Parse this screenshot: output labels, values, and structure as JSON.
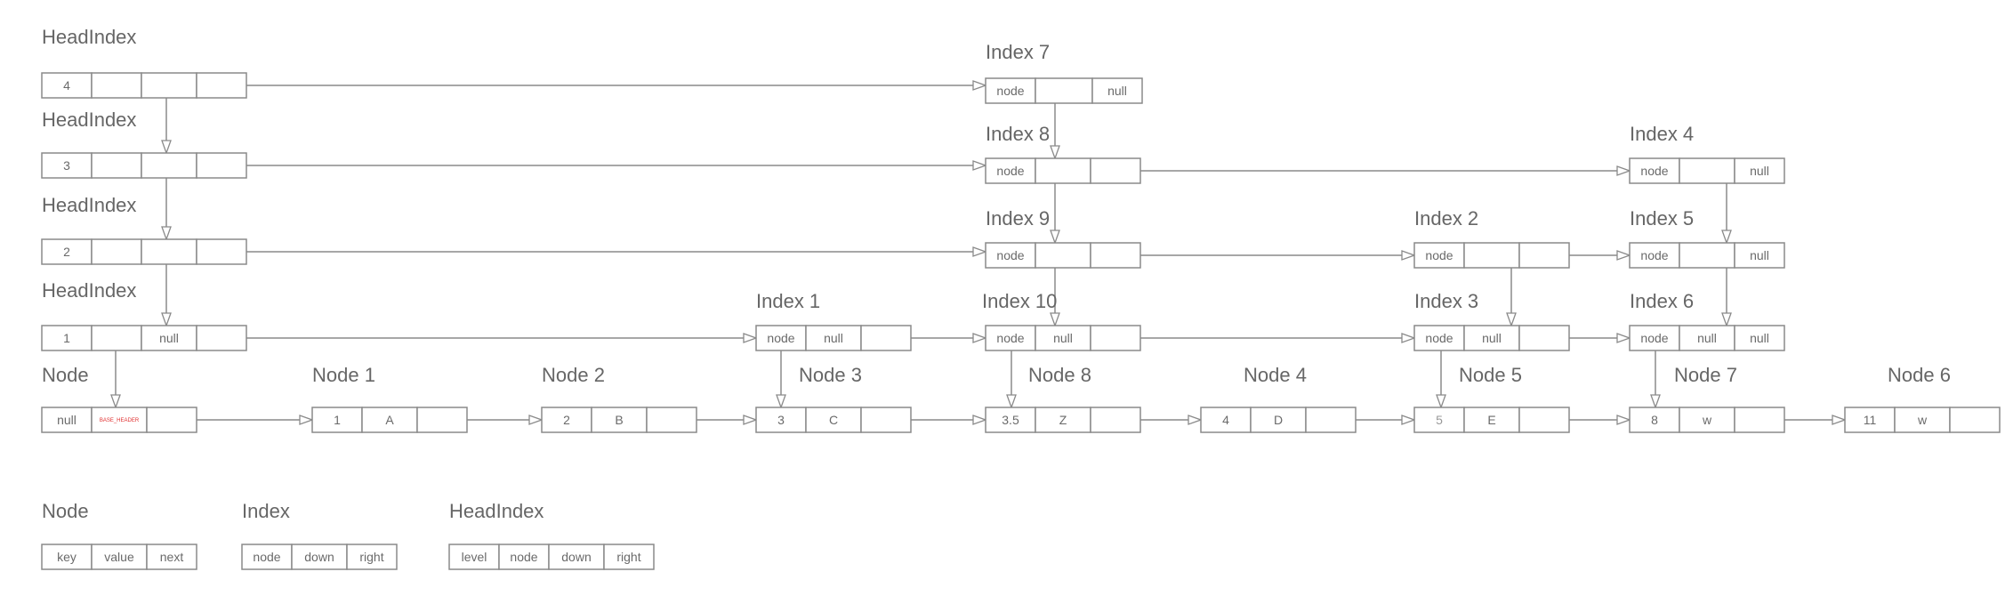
{
  "labels": {
    "head4": "HeadIndex",
    "head3": "HeadIndex",
    "head2": "HeadIndex",
    "head1": "HeadIndex",
    "idx7": "Index 7",
    "idx8": "Index 8",
    "idx4": "Index 4",
    "idx9": "Index 9",
    "idx2": "Index 2",
    "idx5": "Index 5",
    "idx1": "Index 1",
    "idx10": "Index 10",
    "idx3": "Index 3",
    "idx6": "Index 6",
    "node_base": "Node",
    "node1": "Node 1",
    "node2": "Node 2",
    "node3": "Node 3",
    "node8": "Node 8",
    "node4": "Node 4",
    "node5": "Node 5",
    "node7": "Node 7",
    "node6": "Node 6",
    "legend_node": "Node",
    "legend_index": "Index",
    "legend_headindex": "HeadIndex"
  },
  "boxes": {
    "h4": [
      "4",
      "",
      "",
      ""
    ],
    "h3": [
      "3",
      "",
      "",
      ""
    ],
    "h2": [
      "2",
      "",
      "",
      ""
    ],
    "h1": [
      "1",
      "",
      "null",
      ""
    ],
    "i7": [
      "node",
      "",
      "null"
    ],
    "i8": [
      "node",
      "",
      ""
    ],
    "i4": [
      "node",
      "",
      "null"
    ],
    "i9": [
      "node",
      "",
      ""
    ],
    "i2": [
      "node",
      "",
      ""
    ],
    "i5": [
      "node",
      "",
      "null"
    ],
    "i1": [
      "node",
      "null",
      ""
    ],
    "i10": [
      "node",
      "null",
      ""
    ],
    "i3": [
      "node",
      "null",
      ""
    ],
    "i6": [
      "node",
      "null",
      "null"
    ],
    "nb": [
      "null",
      "BASE_HEADER",
      ""
    ],
    "n1": [
      "1",
      "A",
      ""
    ],
    "n2": [
      "2",
      "B",
      ""
    ],
    "n3": [
      "3",
      "C",
      ""
    ],
    "n8": [
      "3.5",
      "Z",
      ""
    ],
    "n4": [
      "4",
      "D",
      ""
    ],
    "n5": [
      "5",
      "E",
      ""
    ],
    "n7": [
      "8",
      "w",
      ""
    ],
    "n6": [
      "11",
      "w",
      ""
    ],
    "legend_node": [
      "key",
      "value",
      "next"
    ],
    "legend_index": [
      "node",
      "down",
      "right"
    ],
    "legend_head": [
      "level",
      "node",
      "down",
      "right"
    ]
  }
}
